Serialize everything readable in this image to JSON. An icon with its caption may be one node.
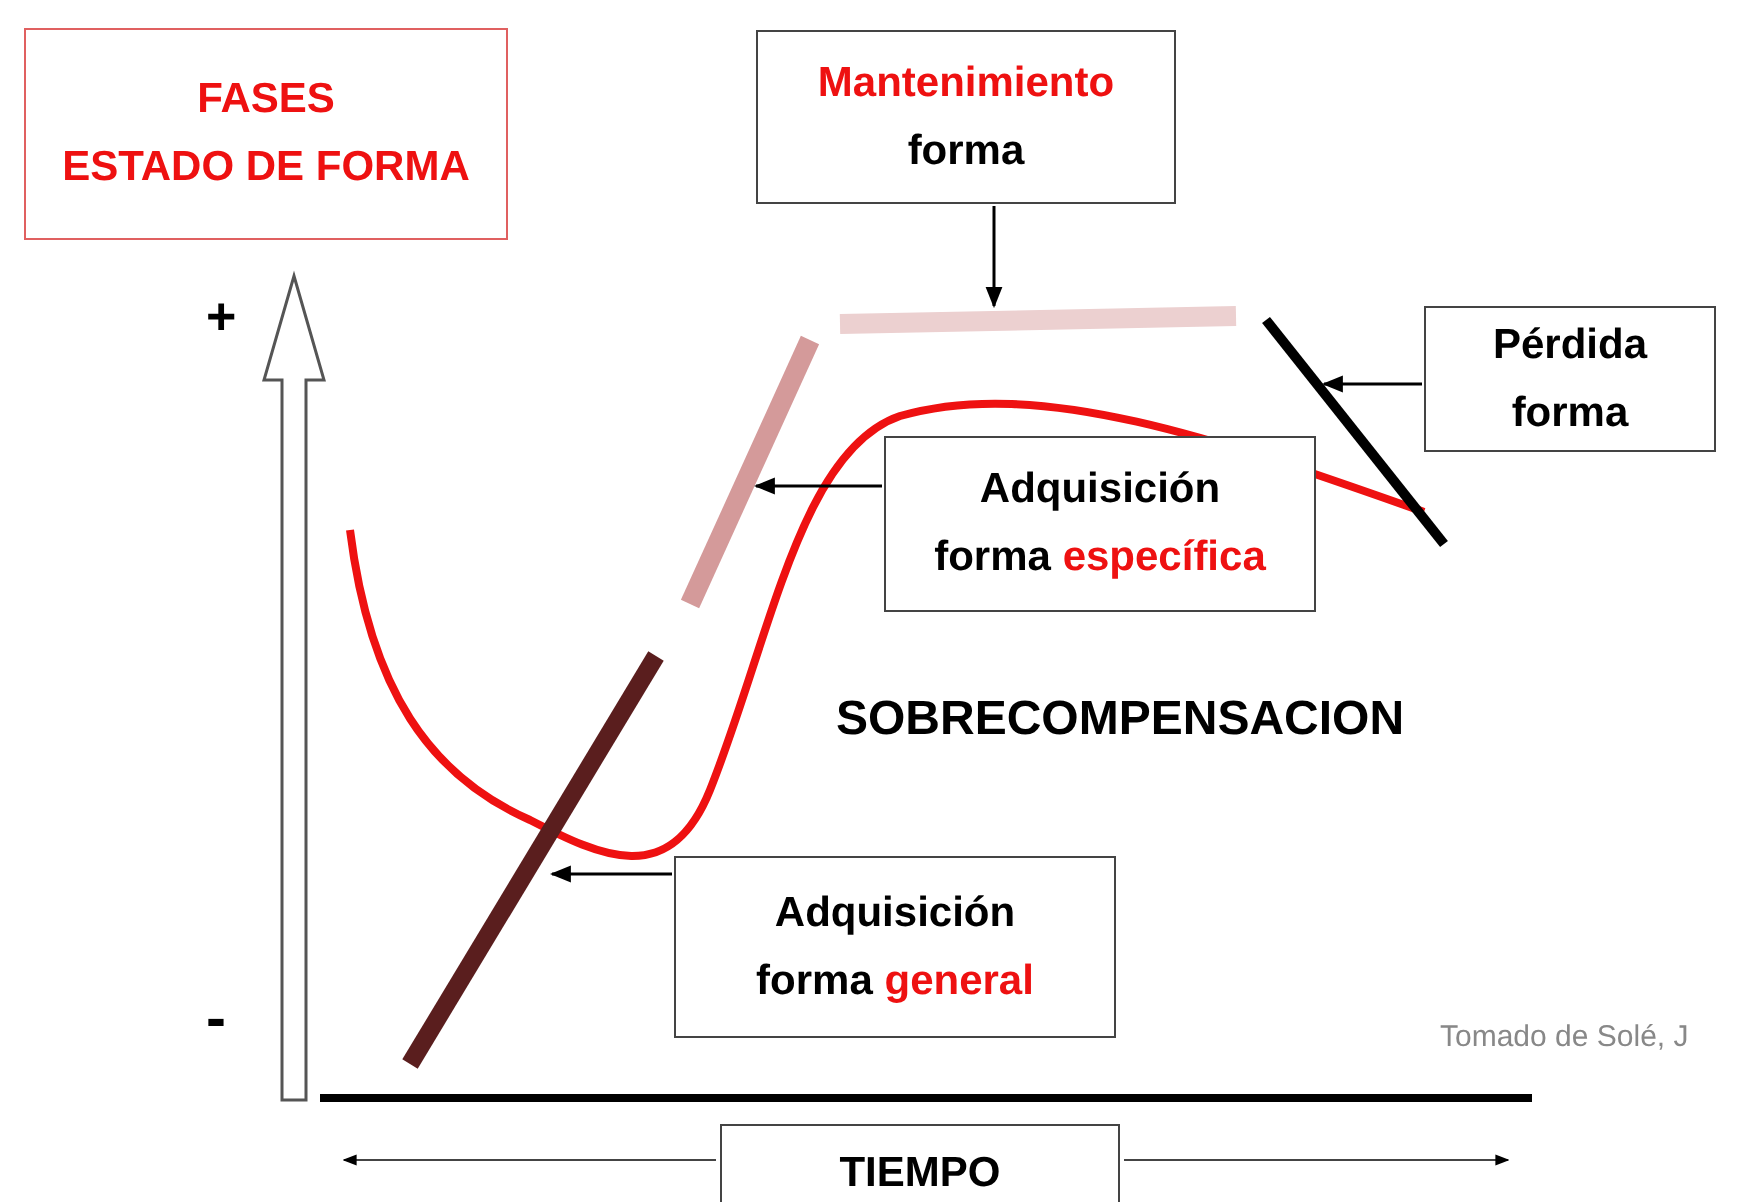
{
  "diagram": {
    "nodes": [
      {
        "text": [
          "FASES",
          "ESTADO DE FORMA"
        ]
      },
      {
        "text": [
          "Mantenimiento",
          "forma"
        ]
      },
      {
        "text": [],
        "shape": "line"
      },
      {
        "text": [
          "Pérdida forma"
        ]
      },
      {
        "text": [],
        "shape": "line"
      },
      {
        "text": [],
        "shape": "line"
      },
      {
        "text": [
          "Adquisición forma",
          "específica"
        ]
      },
      {
        "text": [],
        "shape": "line"
      },
      {
        "text": [
          "Adquisición forma",
          "general"
        ]
      },
      {
        "text": [
          "TIEMPO"
        ]
      }
    ],
    "edges": [
      {
        "from": 1,
        "to": 2,
        "arrow": "to"
      },
      {
        "from": 3,
        "to": 4,
        "arrow": "to"
      },
      {
        "from": 6,
        "to": 5,
        "arrow": "to"
      },
      {
        "from": 8,
        "to": 7,
        "arrow": "to"
      }
    ],
    "labels": [
      "+",
      "SOBRECOMPENSACION",
      "-",
      "Tomado de Solé, J"
    ]
  }
}
